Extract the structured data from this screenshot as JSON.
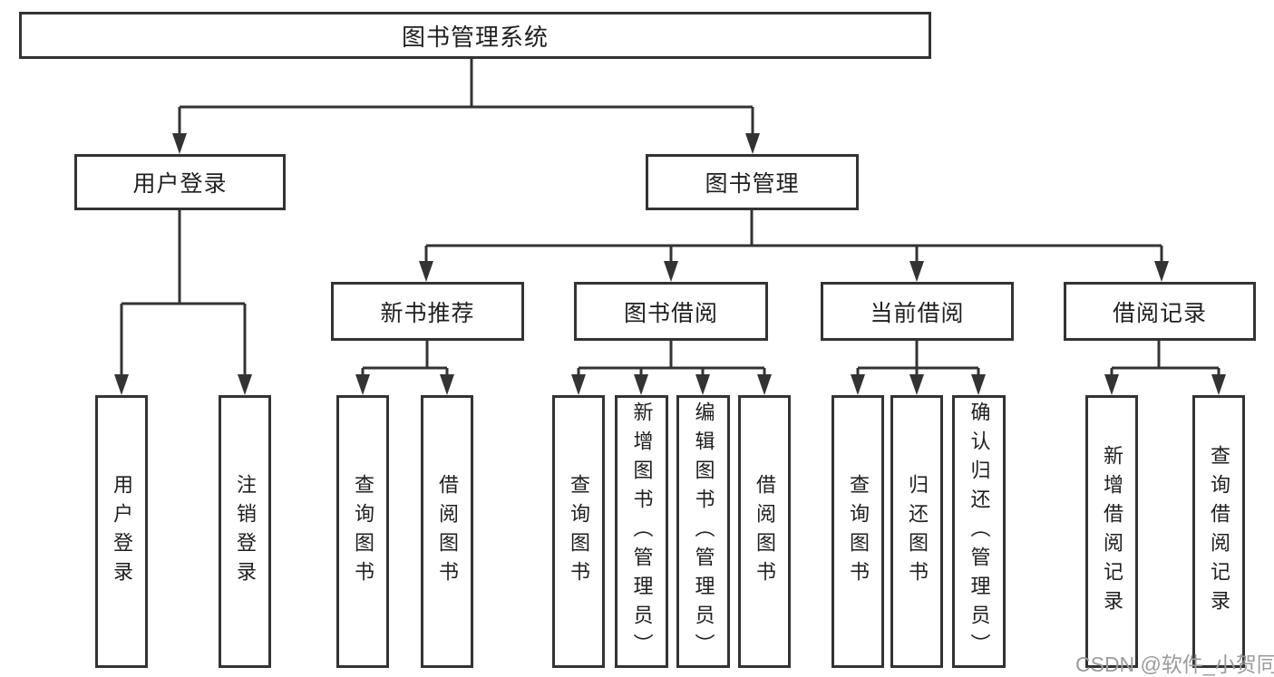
{
  "tree": {
    "label": "图书管理系统",
    "children": [
      {
        "label": "用户登录",
        "children": [
          {
            "label": "用户登录"
          },
          {
            "label": "注销登录"
          }
        ]
      },
      {
        "label": "图书管理",
        "children": [
          {
            "label": "新书推荐",
            "children": [
              {
                "label": "查询图书"
              },
              {
                "label": "借阅图书"
              }
            ]
          },
          {
            "label": "图书借阅",
            "children": [
              {
                "label": "查询图书"
              },
              {
                "label": "新增图书（管理员）"
              },
              {
                "label": "编辑图书（管理员）"
              },
              {
                "label": "借阅图书"
              }
            ]
          },
          {
            "label": "当前借阅",
            "children": [
              {
                "label": "查询图书"
              },
              {
                "label": "归还图书"
              },
              {
                "label": "确认归还（管理员）"
              }
            ]
          },
          {
            "label": "借阅记录",
            "children": [
              {
                "label": "新增借阅记录"
              },
              {
                "label": "查询借阅记录"
              }
            ]
          }
        ]
      }
    ]
  },
  "watermark": {
    "text": "CSDN @软件_小贺同学"
  },
  "colors": {
    "line": "#333333",
    "box_border": "#333333",
    "text": "#1f1f1f",
    "watermark": "#9b9b9b",
    "background": "#ffffff"
  }
}
